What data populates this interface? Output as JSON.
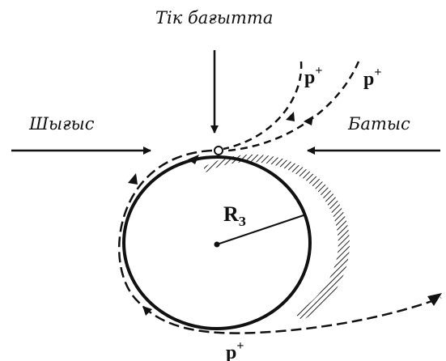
{
  "directions": {
    "top": "Тік бағытта",
    "left": "Шығыс",
    "right": "Батыс"
  },
  "particle_label": {
    "symbol": "p",
    "charge": "+"
  },
  "radius_label": {
    "symbol": "R",
    "subscript": "З"
  }
}
